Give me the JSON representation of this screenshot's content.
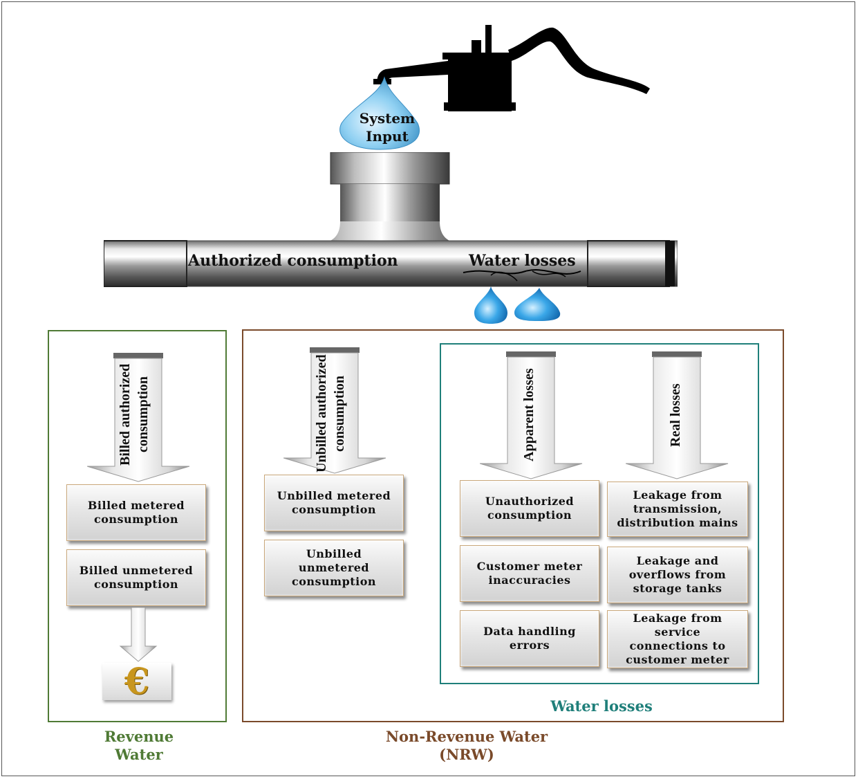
{
  "system_input": "System\nInput",
  "pipe": {
    "authorized_label": "Authorized consumption",
    "losses_label": "Water losses"
  },
  "revenue": {
    "caption": "Revenue\nWater",
    "color": "#4f7a35",
    "arrow_label": "Billed authorized consumption",
    "items": [
      "Billed metered consumption",
      "Billed unmetered consumption"
    ],
    "currency_symbol": "€"
  },
  "nrw": {
    "caption": "Non-Revenue Water\n(NRW)",
    "color": "#7a4a2a",
    "unbilled": {
      "arrow_label": "Unbilled authorized consumption",
      "items": [
        "Unbilled metered consumption",
        "Unbilled unmetered consumption"
      ]
    },
    "water_losses": {
      "caption": "Water losses",
      "color": "#1f7f7a",
      "apparent": {
        "arrow_label": "Apparent losses",
        "items": [
          "Unauthorized consumption",
          "Customer meter inaccuracies",
          "Data handling errors"
        ]
      },
      "real": {
        "arrow_label": "Real losses",
        "items": [
          "Leakage from transmission, distribution mains",
          "Leakage and overflows from storage tanks",
          "Leakage from service connections to customer meter"
        ]
      }
    }
  }
}
